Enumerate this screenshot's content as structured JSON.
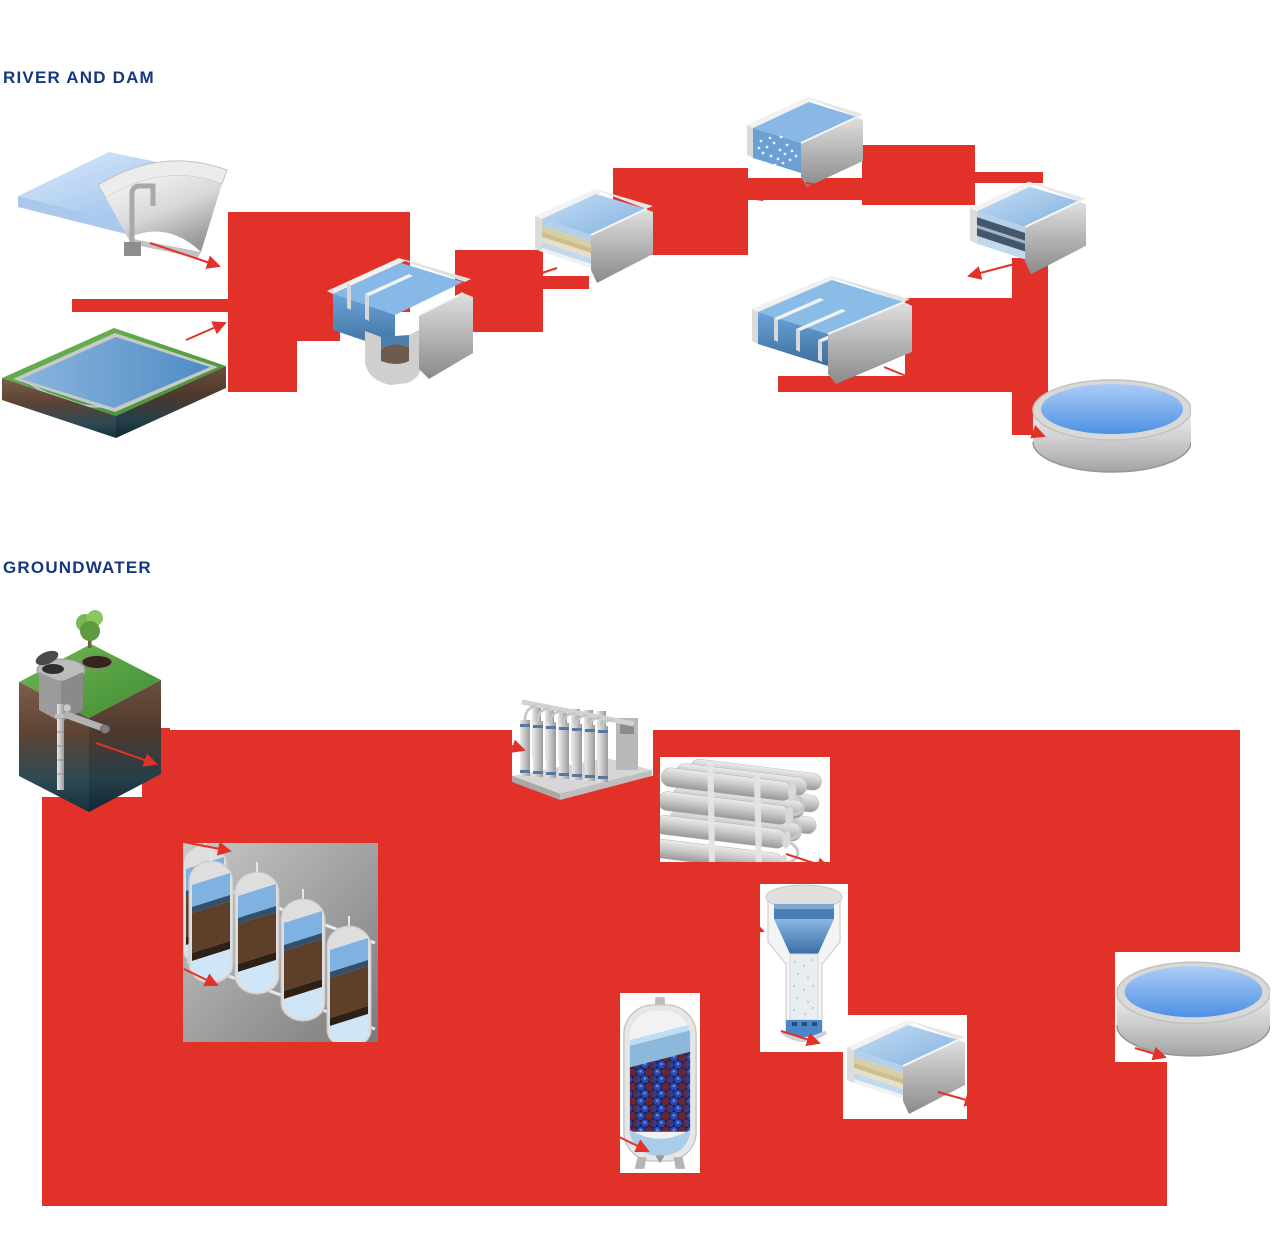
{
  "page": {
    "background_color": "#ffffff",
    "connector_color": "#e23128",
    "heading_color": "#14387f"
  },
  "sections": [
    {
      "id": "river-and-dam",
      "title": "RIVER AND DAM",
      "nodes": [
        {
          "icon": "dam-intake-illustration"
        },
        {
          "icon": "river-intake-illustration"
        },
        {
          "icon": "grit-chamber-illustration"
        },
        {
          "icon": "sand-filtration-basin-illustration"
        },
        {
          "icon": "aeration-mixing-basin-illustration"
        },
        {
          "icon": "flocculation-basin-illustration"
        },
        {
          "icon": "plate-settling-basin-illustration"
        },
        {
          "icon": "clear-water-reservoir-illustration"
        }
      ]
    },
    {
      "id": "groundwater",
      "title": "GROUNDWATER",
      "nodes": [
        {
          "icon": "groundwater-well-illustration"
        },
        {
          "icon": "pressure-filter-vessels-illustration"
        },
        {
          "icon": "membrane-filtration-rack-illustration"
        },
        {
          "icon": "ro-membrane-vessels-illustration"
        },
        {
          "icon": "upflow-filter-vessel-illustration"
        },
        {
          "icon": "ion-exchange-vessel-illustration"
        },
        {
          "icon": "sand-filtration-basin-illustration"
        },
        {
          "icon": "clear-water-reservoir-illustration"
        }
      ]
    }
  ]
}
